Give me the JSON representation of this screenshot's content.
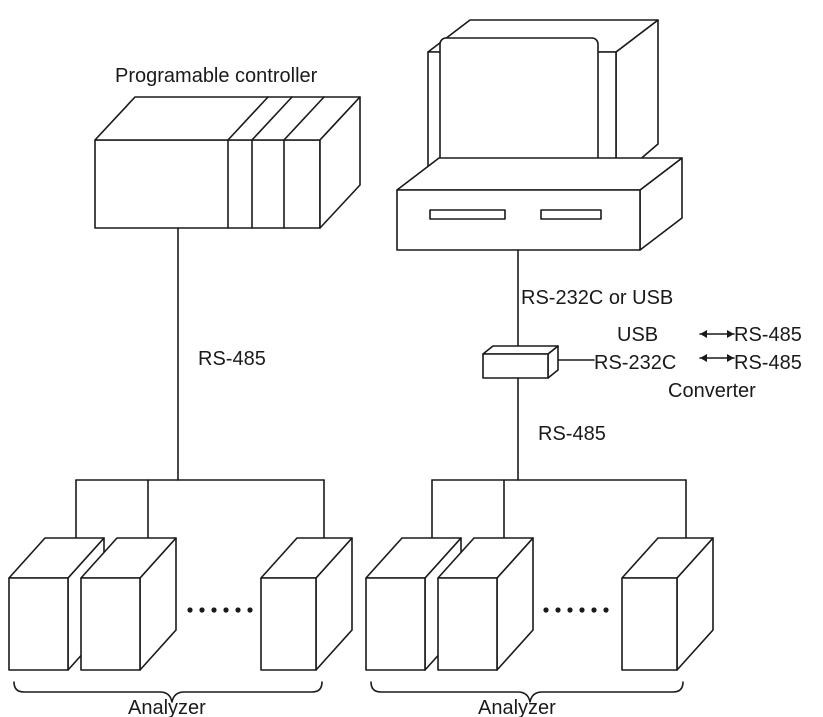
{
  "labels": {
    "plc_title": "Programable controller",
    "rs485_left": "RS-485",
    "pc_link": "RS-232C or USB",
    "conv_usb": "USB",
    "conv_rs485_a": "RS-485",
    "conv_rs232c": "RS-232C",
    "conv_rs485_b": "RS-485",
    "converter": "Converter",
    "rs485_right": "RS-485",
    "analyzer_left": "Analyzer",
    "analyzer_right": "Analyzer"
  },
  "colors": {
    "stroke": "#1a1a1a",
    "background": "#ffffff"
  },
  "icons": {
    "bidirectional": "double-arrow-icon",
    "ellipsis": "dot-ellipsis-icon"
  }
}
